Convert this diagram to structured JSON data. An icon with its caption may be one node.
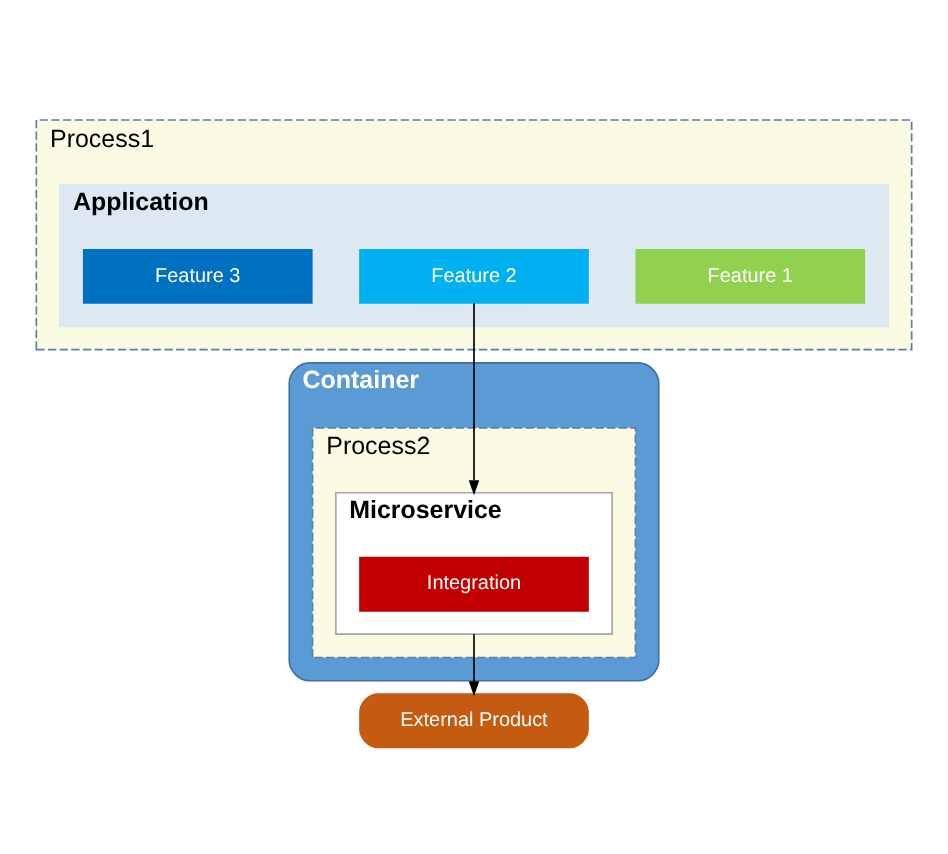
{
  "diagram": {
    "nodes": [
      {
        "text": [
          "Process1"
        ]
      },
      {
        "text": [
          "Application"
        ],
        "in": 0
      },
      {
        "text": [
          "Feature 1"
        ],
        "in": 1
      },
      {
        "text": [
          "Feature 2"
        ],
        "in": 1
      },
      {
        "text": [
          "Feature 3"
        ],
        "in": 1
      },
      {
        "text": [
          "Container"
        ]
      },
      {
        "text": [
          "Process2"
        ],
        "in": 5
      },
      {
        "text": [
          "Microservice"
        ],
        "in": 6
      },
      {
        "text": [
          "Integration"
        ],
        "in": 7
      },
      {
        "text": [
          "External Product"
        ]
      }
    ],
    "edges": [
      {
        "from": 3,
        "to": 7,
        "arrow": "to"
      },
      {
        "from": 7,
        "to": 9,
        "arrow": "to"
      }
    ]
  }
}
